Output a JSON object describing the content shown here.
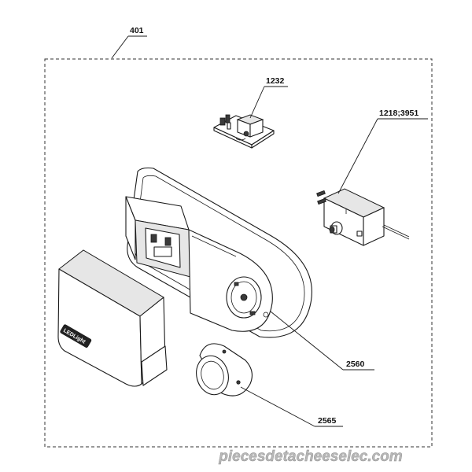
{
  "assembly_label": "401",
  "parts": [
    {
      "ref": "1232"
    },
    {
      "ref": "1218;3951"
    },
    {
      "ref": "2560"
    },
    {
      "ref": "2565"
    }
  ],
  "cover_logo": "LEDLight",
  "watermark": "piecesdetacheeselec.com"
}
